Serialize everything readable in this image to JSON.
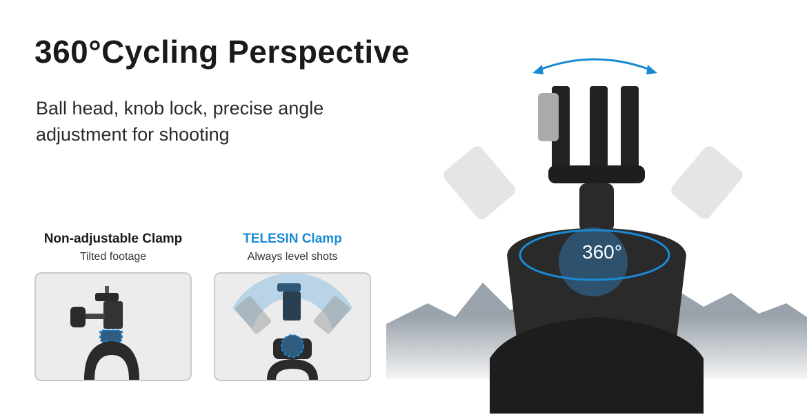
{
  "headline": {
    "title": "360°Cycling Perspective",
    "subtitle": "Ball head, knob lock, precise angle adjustment for shooting"
  },
  "comparison": [
    {
      "title": "Non-adjustable Clamp",
      "caption": "Tilted footage"
    },
    {
      "title": "TELESIN Clamp",
      "caption": "Always level shots"
    }
  ],
  "hero": {
    "rotation_label": "360°"
  },
  "colors": {
    "accent": "#1a8ad4",
    "text": "#1a1a1a"
  }
}
